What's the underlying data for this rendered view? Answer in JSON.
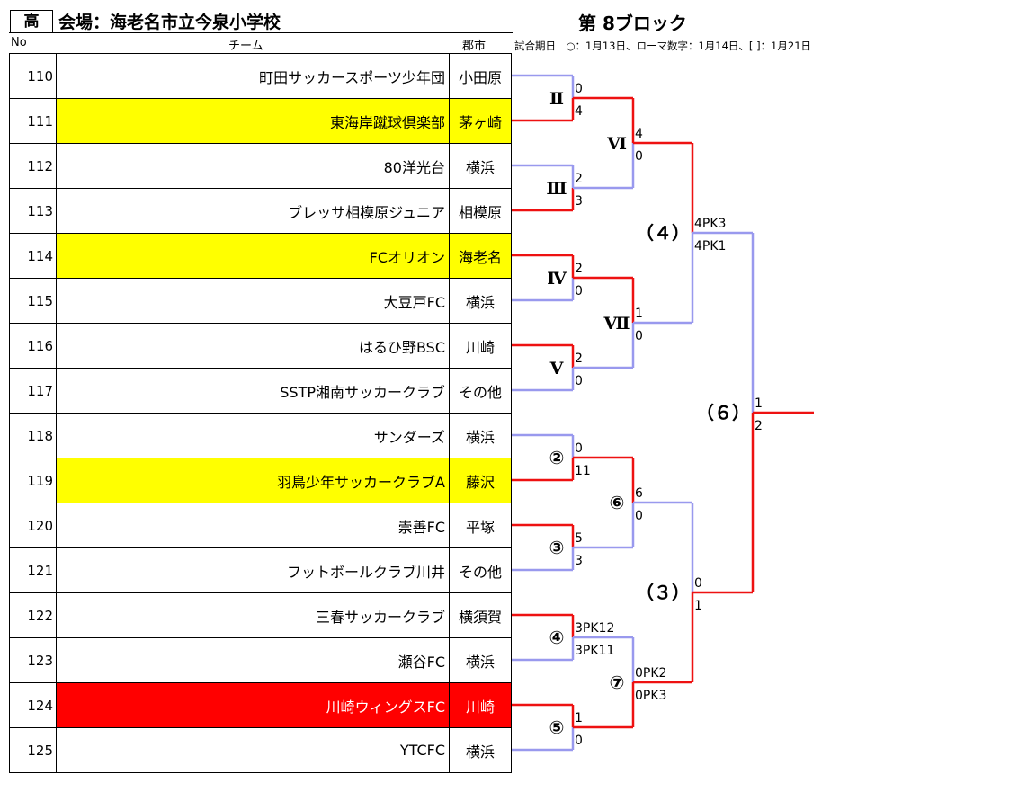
{
  "badge": "高",
  "venue": "会場：海老名市立今泉小学校",
  "block": "第 8ブロック",
  "note": "試合期日　○：1月13日、ローマ数字：1月14日、[ ]：1月21日",
  "headers": {
    "no": "No",
    "team": "チーム",
    "city": "郡市"
  },
  "rows": [
    {
      "no": "110",
      "team": "町田サッカースポーツ少年団",
      "city": "小田原",
      "highlight": ""
    },
    {
      "no": "111",
      "team": "東海岸蹴球倶楽部",
      "city": "茅ヶ崎",
      "highlight": "yellow"
    },
    {
      "no": "112",
      "team": "80洋光台",
      "city": "横浜",
      "highlight": ""
    },
    {
      "no": "113",
      "team": "ブレッサ相模原ジュニア",
      "city": "相模原",
      "highlight": ""
    },
    {
      "no": "114",
      "team": "FCオリオン",
      "city": "海老名",
      "highlight": "yellow"
    },
    {
      "no": "115",
      "team": "大豆戸FC",
      "city": "横浜",
      "highlight": ""
    },
    {
      "no": "116",
      "team": "はるひ野BSC",
      "city": "川崎",
      "highlight": ""
    },
    {
      "no": "117",
      "team": "SSTP湘南サッカークラブ",
      "city": "その他",
      "highlight": ""
    },
    {
      "no": "118",
      "team": "サンダーズ",
      "city": "横浜",
      "highlight": ""
    },
    {
      "no": "119",
      "team": "羽鳥少年サッカークラブA",
      "city": "藤沢",
      "highlight": "yellow"
    },
    {
      "no": "120",
      "team": "崇善FC",
      "city": "平塚",
      "highlight": ""
    },
    {
      "no": "121",
      "team": "フットボールクラブ川井",
      "city": "その他",
      "highlight": ""
    },
    {
      "no": "122",
      "team": "三春サッカークラブ",
      "city": "横須賀",
      "highlight": ""
    },
    {
      "no": "123",
      "team": "瀬谷FC",
      "city": "横浜",
      "highlight": ""
    },
    {
      "no": "124",
      "team": "川崎ウィングスFC",
      "city": "川崎",
      "highlight": "red"
    },
    {
      "no": "125",
      "team": "YTCFC",
      "city": "横浜",
      "highlight": ""
    }
  ],
  "colors": {
    "winner": "#ee1111",
    "loser": "#9999ee",
    "yellow": "#ffff00",
    "red": "#ff0000"
  },
  "matches": [
    {
      "label": "Ⅱ",
      "kind": "roman",
      "scores": [
        "0",
        "4"
      ],
      "winner": 1
    },
    {
      "label": "Ⅲ",
      "kind": "roman",
      "scores": [
        "2",
        "3"
      ],
      "winner": 1
    },
    {
      "label": "Ⅳ",
      "kind": "roman",
      "scores": [
        "2",
        "0"
      ],
      "winner": 0
    },
    {
      "label": "Ⅴ",
      "kind": "roman",
      "scores": [
        "2",
        "0"
      ],
      "winner": 0
    },
    {
      "label": "②",
      "kind": "circle",
      "scores": [
        "0",
        "11"
      ],
      "winner": 1
    },
    {
      "label": "③",
      "kind": "circle",
      "scores": [
        "5",
        "3"
      ],
      "winner": 0
    },
    {
      "label": "④",
      "kind": "circle",
      "scores": [
        "3PK12",
        "3PK11"
      ],
      "winner": 0
    },
    {
      "label": "⑤",
      "kind": "circle",
      "scores": [
        "1",
        "0"
      ],
      "winner": 0
    },
    {
      "label": "Ⅵ",
      "kind": "roman",
      "scores": [
        "4",
        "0"
      ],
      "winner": 0
    },
    {
      "label": "Ⅶ",
      "kind": "roman",
      "scores": [
        "1",
        "0"
      ],
      "winner": 0
    },
    {
      "label": "⑥",
      "kind": "circle",
      "scores": [
        "6",
        "0"
      ],
      "winner": 0
    },
    {
      "label": "⑦",
      "kind": "circle",
      "scores": [
        "0PK2",
        "0PK3"
      ],
      "winner": 1
    },
    {
      "label": "（４）",
      "kind": "bracket",
      "scores": [
        "4PK3",
        "4PK1"
      ],
      "winner": 0
    },
    {
      "label": "（３）",
      "kind": "bracket",
      "scores": [
        "0",
        "1"
      ],
      "winner": 1
    },
    {
      "label": "（６）",
      "kind": "bracket",
      "scores": [
        "1",
        "2"
      ],
      "winner": 1
    }
  ]
}
